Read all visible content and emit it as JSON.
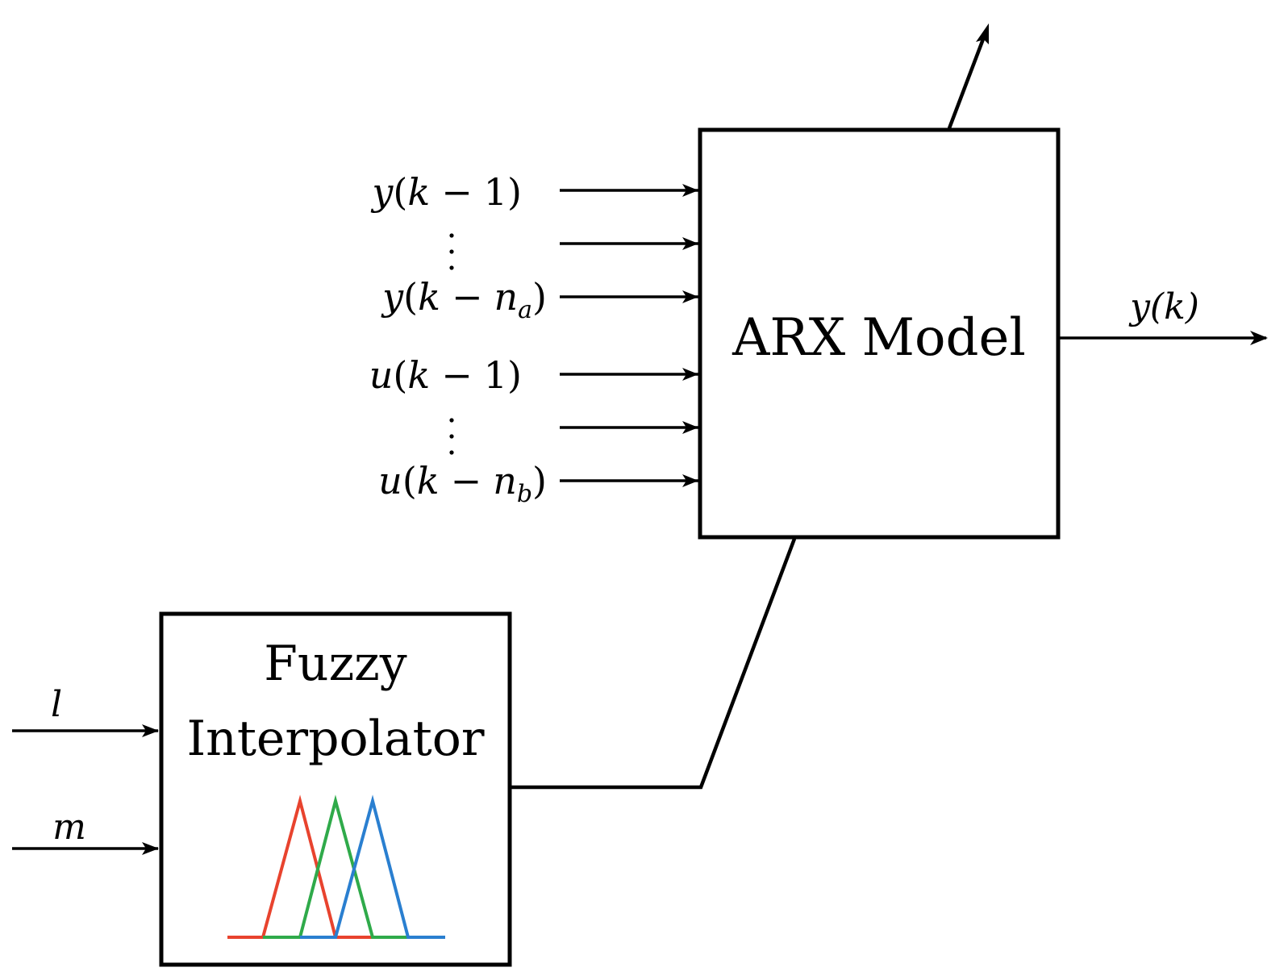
{
  "arx_block": {
    "label": "ARX Model",
    "inputs": [
      {
        "var": "y",
        "k": "k",
        "op": "−",
        "lag": "1",
        "sub": ""
      },
      {
        "var": "",
        "k": "",
        "op": "",
        "lag": "",
        "sub": ""
      },
      {
        "var": "y",
        "k": "k",
        "op": "−",
        "lag": "n",
        "sub": "a"
      },
      {
        "var": "u",
        "k": "k",
        "op": "−",
        "lag": "1",
        "sub": ""
      },
      {
        "var": "",
        "k": "",
        "op": "",
        "lag": "",
        "sub": ""
      },
      {
        "var": "u",
        "k": "k",
        "op": "−",
        "lag": "n",
        "sub": "b"
      }
    ],
    "output": {
      "label": "y(k)"
    }
  },
  "fuzzy_block": {
    "label_line1": "Fuzzy",
    "label_line2": "Interpolator",
    "inputs": [
      {
        "label": "l"
      },
      {
        "label": "m"
      }
    ],
    "membership_colors": [
      "#e8432e",
      "#2faa4a",
      "#2a7fd0"
    ]
  }
}
